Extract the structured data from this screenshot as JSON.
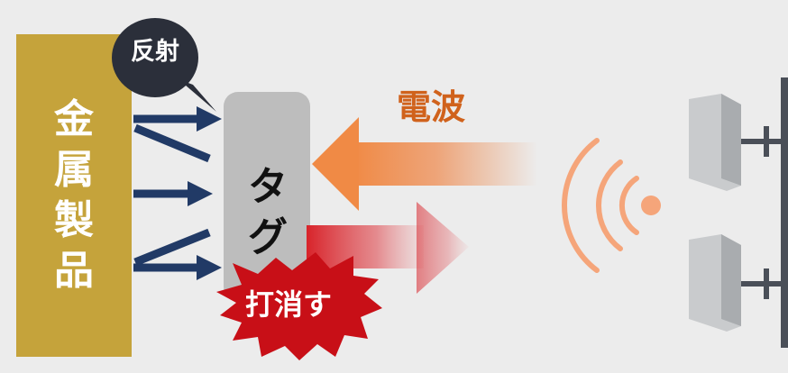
{
  "diagram": {
    "metal_label": [
      "金",
      "属",
      "製",
      "品"
    ],
    "reflect_label": "反射",
    "tag_label": [
      "タ",
      "グ"
    ],
    "wave_label": "電波",
    "cancel_label": "打消す"
  },
  "colors": {
    "background": "#ececec",
    "metal": "#c5a33b",
    "reflect_bubble": "#2b2f3a",
    "arrow_navy": "#213a66",
    "tag": "#bdbdbd",
    "incoming_wave": "#ec8a4f",
    "outgoing_wave": "#d8232a",
    "burst": "#c80f17",
    "antenna": "#c9cbcd",
    "pole": "#4a4f58"
  },
  "icons": [
    "speech-bubble",
    "arrow-right",
    "arrow-left",
    "explosion-burst",
    "wifi-signal-icon",
    "antenna-icon"
  ]
}
